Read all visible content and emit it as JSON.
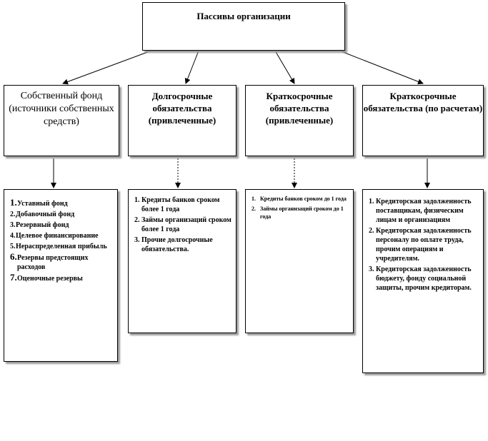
{
  "root": {
    "title": "Пассивы организации"
  },
  "categories": [
    {
      "title": "Собственный фонд (источники собственных средств)"
    },
    {
      "title": "Долгосрочные обязательства (привлеченные)"
    },
    {
      "title": "Краткосрочные обязательства (привлеченные)"
    },
    {
      "title": "Краткосрочные обязательства (по расчетам)"
    }
  ],
  "lists": [
    {
      "items": [
        {
          "num": "1.",
          "text": "Уставный фонд"
        },
        {
          "num": "2.",
          "text": "Добавочный фонд"
        },
        {
          "num": "3.",
          "text": "Резервный фонд"
        },
        {
          "num": "4.",
          "text": "Целевое финансирование"
        },
        {
          "num": "5.",
          "text": "Нераспределенная прибыль"
        },
        {
          "num": "6.",
          "text": "Резервы предстоящих расходов"
        },
        {
          "num": "7.",
          "text": "Оценочные резервы"
        }
      ]
    },
    {
      "items": [
        {
          "num": "1.",
          "text": "Кредиты банков сроком более 1 года"
        },
        {
          "num": "2.",
          "text": "Займы организаций сроком более 1 года"
        },
        {
          "num": "3.",
          "text": "Прочие долгосрочные обязательства."
        }
      ]
    },
    {
      "items": [
        {
          "num": "1.",
          "text": "Кредиты банков сроком до 1 года"
        },
        {
          "num": "2.",
          "text": "Займы организаций сроком до 1 года"
        }
      ]
    },
    {
      "items": [
        {
          "num": "1.",
          "text": "Кредиторская задолженность поставщикам, физическим лицам и организациям"
        },
        {
          "num": "2.",
          "text": "Кредиторская задолженность персоналу по оплате труда, прочим операциям и учредителям."
        },
        {
          "num": "3.",
          "text": "Кредиторская задолженность бюджету, фонду социальной защиты, прочим кредиторам."
        }
      ]
    }
  ]
}
